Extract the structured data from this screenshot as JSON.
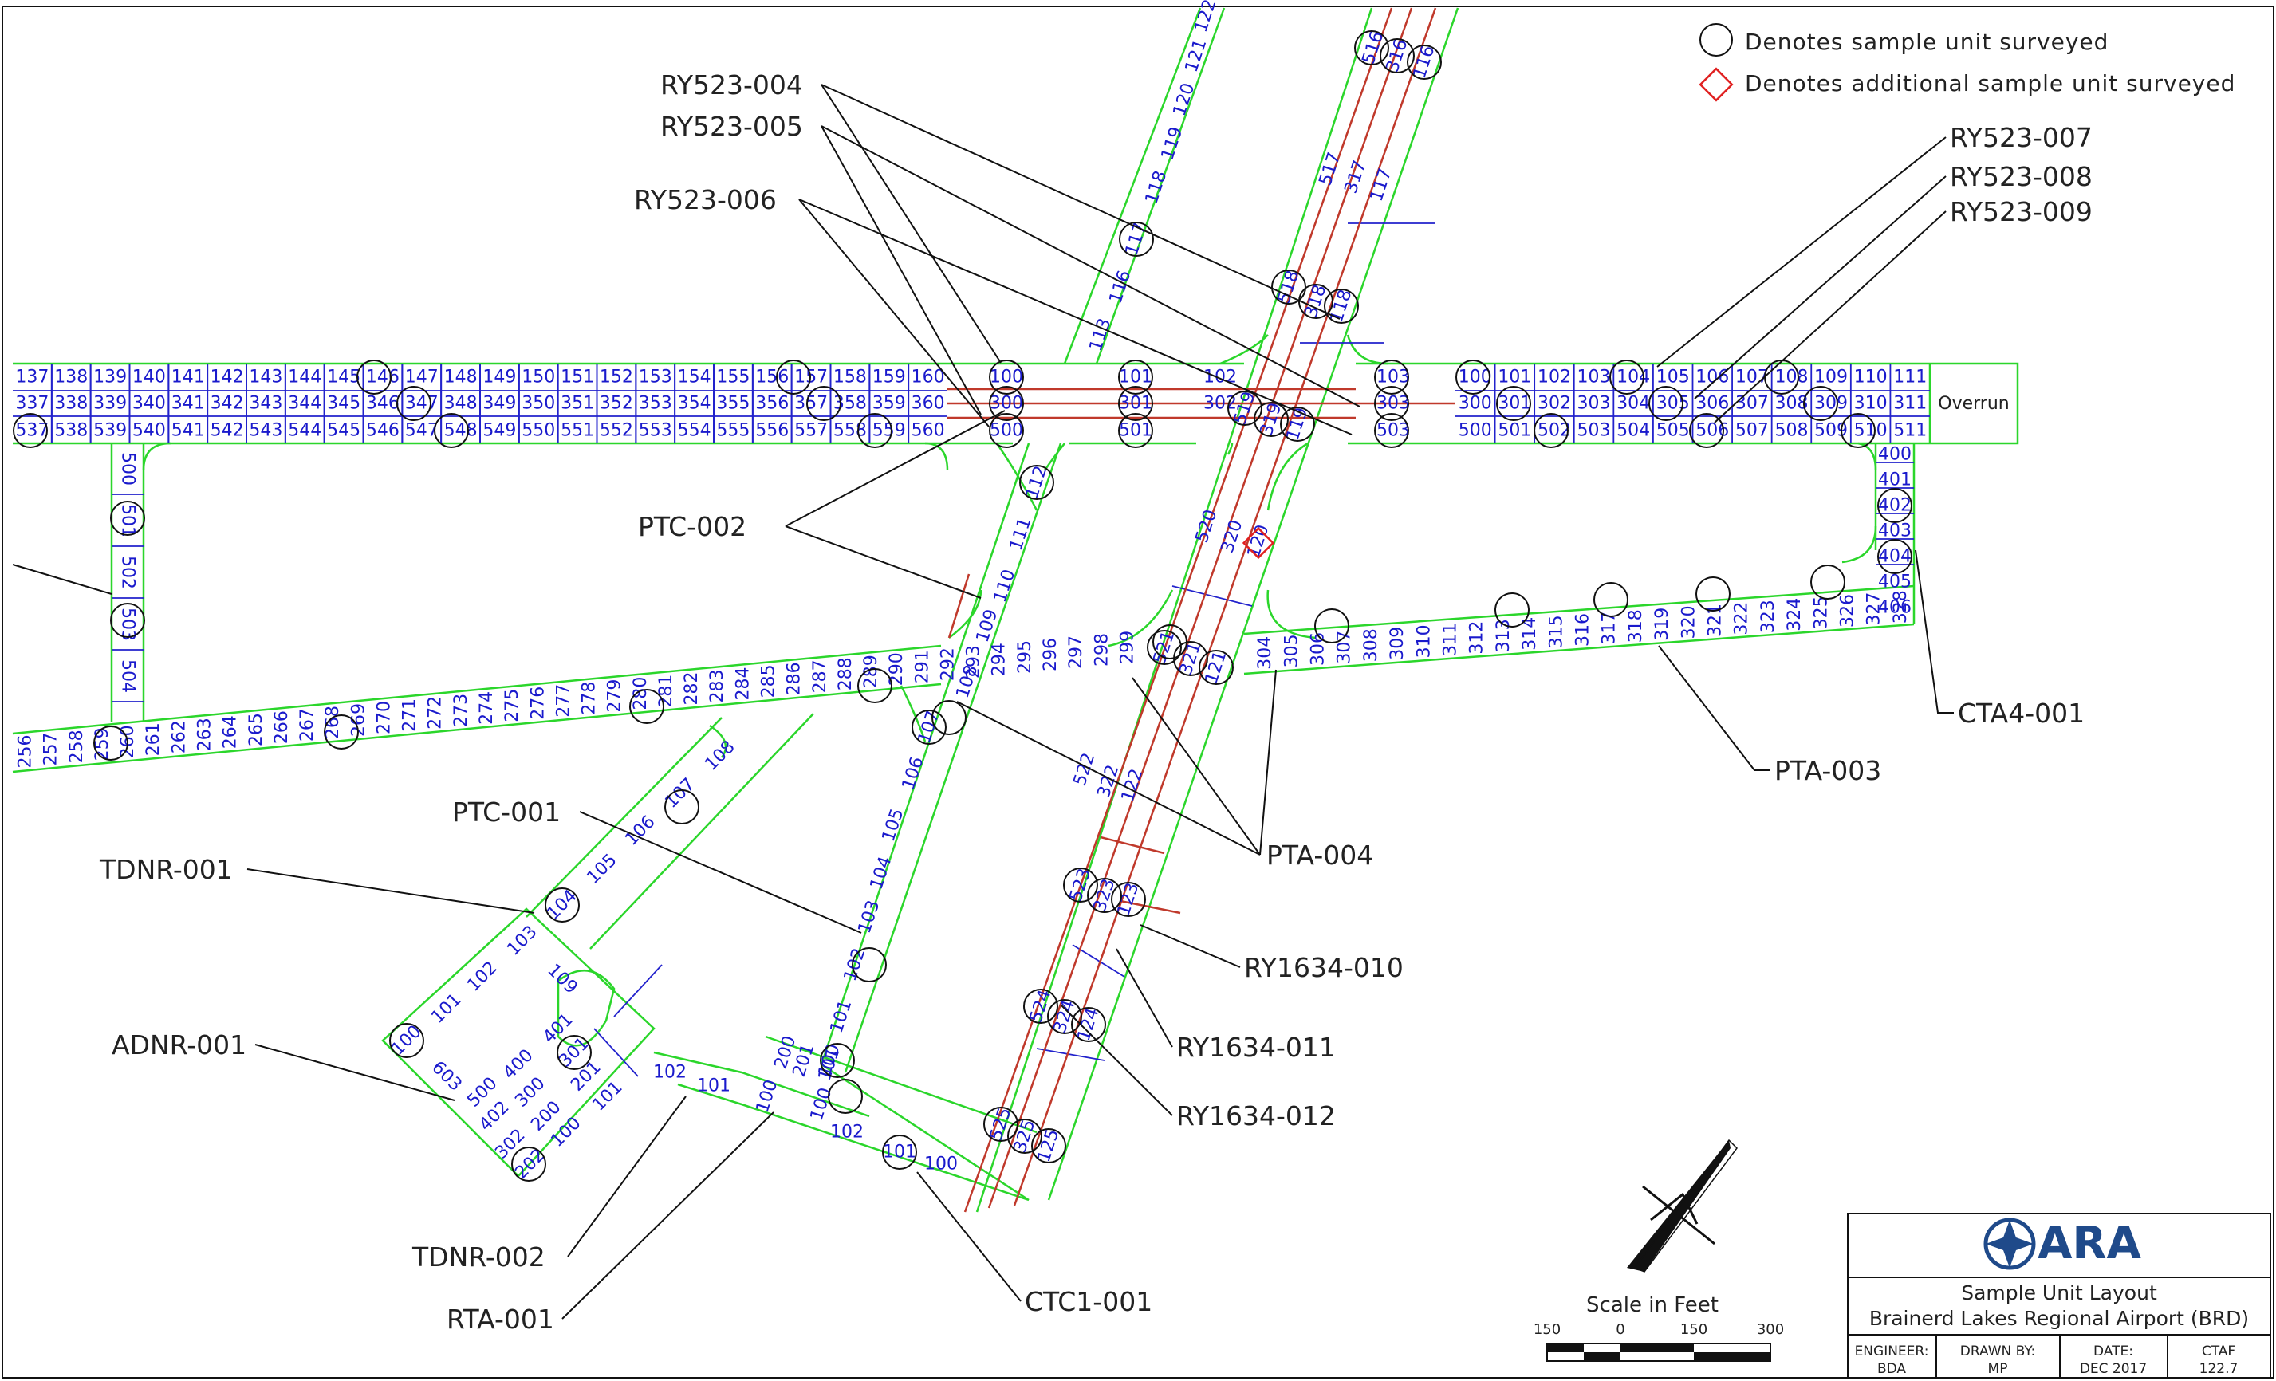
{
  "legend": {
    "circle_text": "Denotes sample unit surveyed",
    "diamond_text": "Denotes additional sample unit surveyed"
  },
  "overrun_label": "Overrun",
  "scale": {
    "title": "Scale in Feet",
    "ticks": [
      "150",
      "0",
      "150",
      "300"
    ]
  },
  "title_block": {
    "logo_text": "ARA",
    "line1": "Sample Unit Layout",
    "line2": "Brainerd Lakes Regional Airport (BRD)",
    "fields": [
      {
        "label": "ENGINEER:",
        "value": "BDA"
      },
      {
        "label": "DRAWN BY:",
        "value": "MP"
      },
      {
        "label": "DATE:",
        "value": "DEC 2017"
      },
      {
        "label": "CTAF",
        "value": "122.7"
      }
    ]
  },
  "callouts": [
    {
      "text": "RY523-004"
    },
    {
      "text": "RY523-005"
    },
    {
      "text": "RY523-006"
    },
    {
      "text": "RY523-007"
    },
    {
      "text": "RY523-008"
    },
    {
      "text": "RY523-009"
    },
    {
      "text": "PTC-002"
    },
    {
      "text": "CTA4-001"
    },
    {
      "text": "PTA-003"
    },
    {
      "text": "PTA-004"
    },
    {
      "text": "PTC-001"
    },
    {
      "text": "TDNR-001"
    },
    {
      "text": "ADNR-001"
    },
    {
      "text": "RY1634-010"
    },
    {
      "text": "RY1634-011"
    },
    {
      "text": "RY1634-012"
    },
    {
      "text": "TDNR-002"
    },
    {
      "text": "RTA-001"
    },
    {
      "text": "CTC1-001"
    }
  ],
  "runway_west_rows": [
    [
      "137",
      "138",
      "139",
      "140",
      "141",
      "142",
      "143",
      "144",
      "145",
      "146",
      "147",
      "148",
      "149",
      "150",
      "151",
      "152",
      "153",
      "154",
      "155",
      "156",
      "157",
      "158",
      "159",
      "160"
    ],
    [
      "337",
      "338",
      "339",
      "340",
      "341",
      "342",
      "343",
      "344",
      "345",
      "346",
      "347",
      "348",
      "349",
      "350",
      "351",
      "352",
      "353",
      "354",
      "355",
      "356",
      "357",
      "358",
      "359",
      "360"
    ],
    [
      "537",
      "538",
      "539",
      "540",
      "541",
      "542",
      "543",
      "544",
      "545",
      "546",
      "547",
      "548",
      "549",
      "550",
      "551",
      "552",
      "553",
      "554",
      "555",
      "556",
      "557",
      "558",
      "559",
      "560"
    ]
  ],
  "runway_east_rows": [
    [
      "100",
      "101",
      "102",
      "103",
      "104",
      "105",
      "106",
      "107",
      "108",
      "109",
      "110",
      "111"
    ],
    [
      "300",
      "301",
      "302",
      "303",
      "304",
      "305",
      "306",
      "307",
      "308",
      "309",
      "310",
      "311"
    ],
    [
      "500",
      "501",
      "502",
      "503",
      "504",
      "505",
      "506",
      "507",
      "508",
      "509",
      "510",
      "511"
    ]
  ],
  "runway_mid_labels": [
    "100",
    "300",
    "500",
    "101",
    "301",
    "501",
    "102",
    "302",
    "103",
    "303",
    "503"
  ],
  "west_taxiway_labels": [
    "500",
    "501",
    "502",
    "503",
    "504"
  ],
  "parallel_taxiway_labels": [
    "256",
    "257",
    "258",
    "259",
    "260",
    "261",
    "262",
    "263",
    "264",
    "265",
    "266",
    "267",
    "268",
    "269",
    "270",
    "271",
    "272",
    "273",
    "274",
    "275",
    "276",
    "277",
    "278",
    "279",
    "280",
    "281",
    "282",
    "283",
    "284",
    "285",
    "286",
    "287",
    "288",
    "289",
    "290",
    "291",
    "292",
    "293",
    "294",
    "295",
    "296",
    "297",
    "298",
    "299"
  ],
  "parallel_taxiway_east_labels": [
    "304",
    "305",
    "306",
    "307",
    "308",
    "309",
    "310",
    "311",
    "312",
    "313",
    "314",
    "315",
    "316",
    "317",
    "318",
    "319",
    "320",
    "321",
    "322",
    "323",
    "324",
    "325",
    "326",
    "327",
    "328"
  ],
  "east_connector_labels": [
    "400",
    "401",
    "402",
    "403",
    "404",
    "405",
    "406"
  ],
  "taxiway_c_labels": [
    "100",
    "101",
    "102",
    "103",
    "104",
    "105",
    "106",
    "107",
    "108",
    "109",
    "110",
    "111",
    "112",
    "113",
    "116",
    "117",
    "118",
    "119",
    "120",
    "121",
    "122"
  ],
  "diag_runway_labels": [
    "516",
    "316",
    "116",
    "517",
    "317",
    "117",
    "518",
    "318",
    "118",
    "519",
    "319",
    "119",
    "520",
    "320",
    "120",
    "521",
    "321",
    "121",
    "522",
    "322",
    "122",
    "523",
    "323",
    "123",
    "524",
    "324",
    "124",
    "525",
    "325",
    "125"
  ],
  "connector_labels": [
    "100",
    "101",
    "102",
    "103",
    "104",
    "105",
    "106",
    "107",
    "108",
    "109",
    "603",
    "500",
    "400",
    "401",
    "402",
    "300",
    "301",
    "302",
    "200",
    "201",
    "202",
    "100",
    "101",
    "102",
    "101",
    "100",
    "200",
    "201",
    "101",
    "100",
    "102",
    "101",
    "100"
  ]
}
